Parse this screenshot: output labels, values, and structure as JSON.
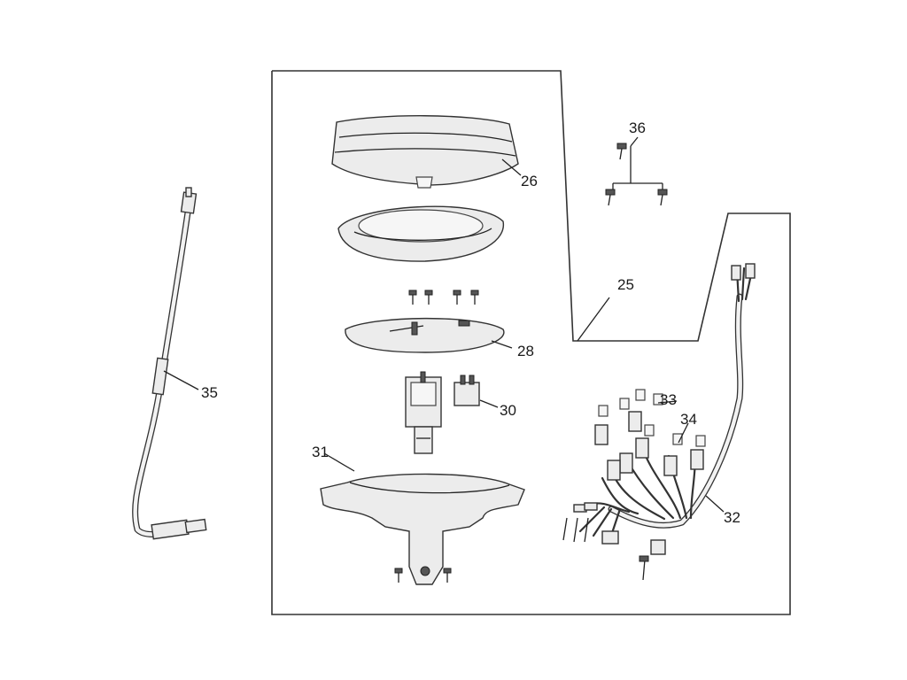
{
  "callouts": {
    "p25": "25",
    "p26": "26",
    "p28": "28",
    "p30": "30",
    "p31": "31",
    "p32": "32",
    "p33": "33",
    "p34": "34",
    "p35": "35",
    "p36": "36"
  }
}
